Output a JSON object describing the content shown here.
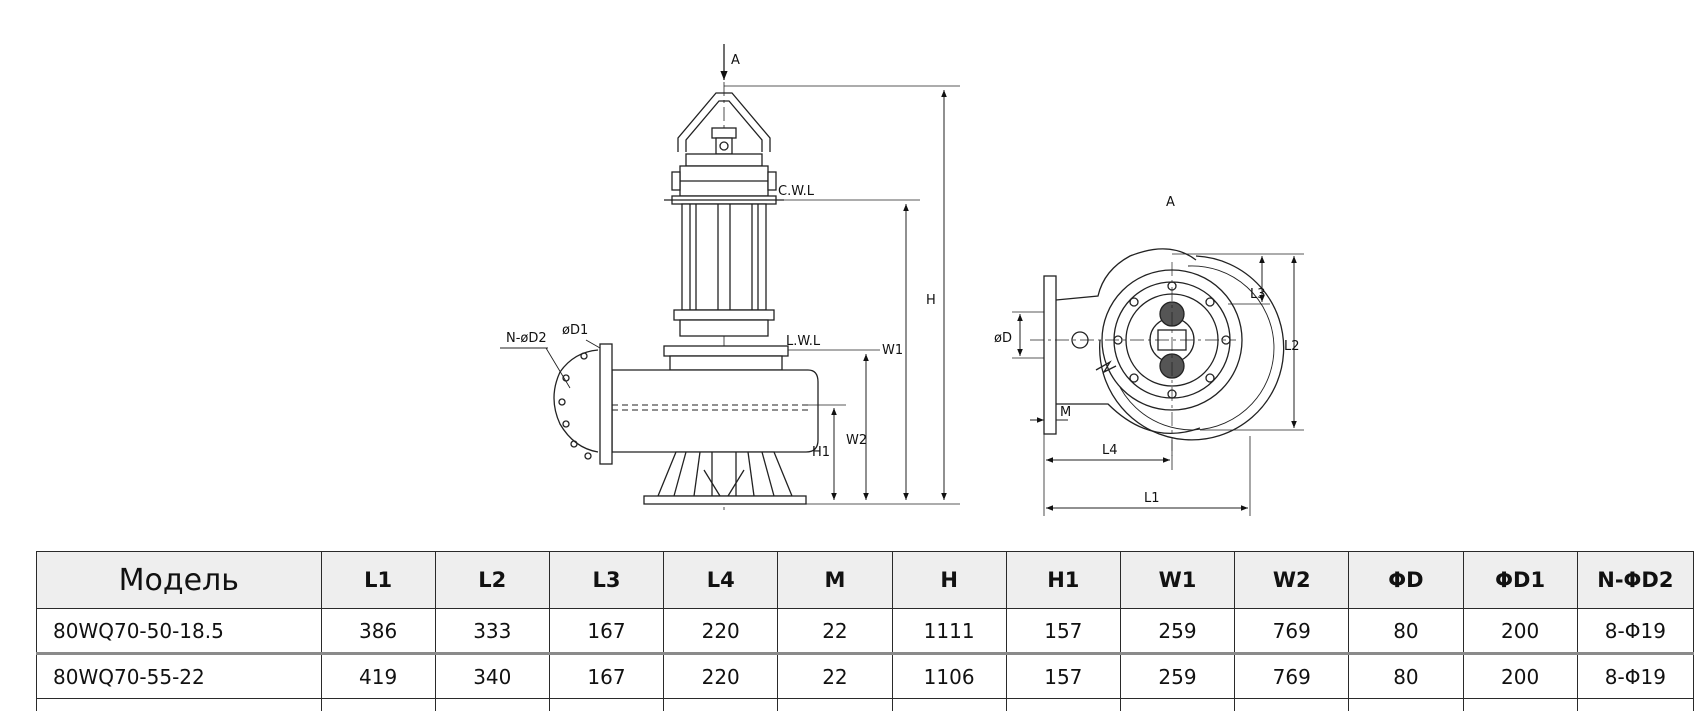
{
  "drawing": {
    "front_view": {
      "labels": {
        "view_arrow": "A",
        "cwl": "C.W.L",
        "lwl": "L.W.L",
        "h": "H",
        "w1": "W1",
        "w2": "W2",
        "h1": "H1",
        "n_d2": "N-øD2",
        "d1": "øD1"
      }
    },
    "side_view": {
      "labels": {
        "view": "A",
        "l3": "L3",
        "l2": "L2",
        "d": "øD",
        "m": "M",
        "l4": "L4",
        "l1": "L1"
      }
    }
  },
  "table": {
    "headers": [
      "Модель",
      "L1",
      "L2",
      "L3",
      "L4",
      "M",
      "H",
      "H1",
      "W1",
      "W2",
      "ΦD",
      "ΦD1",
      "N-ΦD2"
    ],
    "rows": [
      [
        "80WQ70-50-18.5",
        "386",
        "333",
        "167",
        "220",
        "22",
        "1111",
        "157",
        "259",
        "769",
        "80",
        "200",
        "8-Φ19"
      ],
      [
        "80WQ70-55-22",
        "419",
        "340",
        "167",
        "220",
        "22",
        "1106",
        "157",
        "259",
        "769",
        "80",
        "200",
        "8-Φ19"
      ]
    ]
  }
}
